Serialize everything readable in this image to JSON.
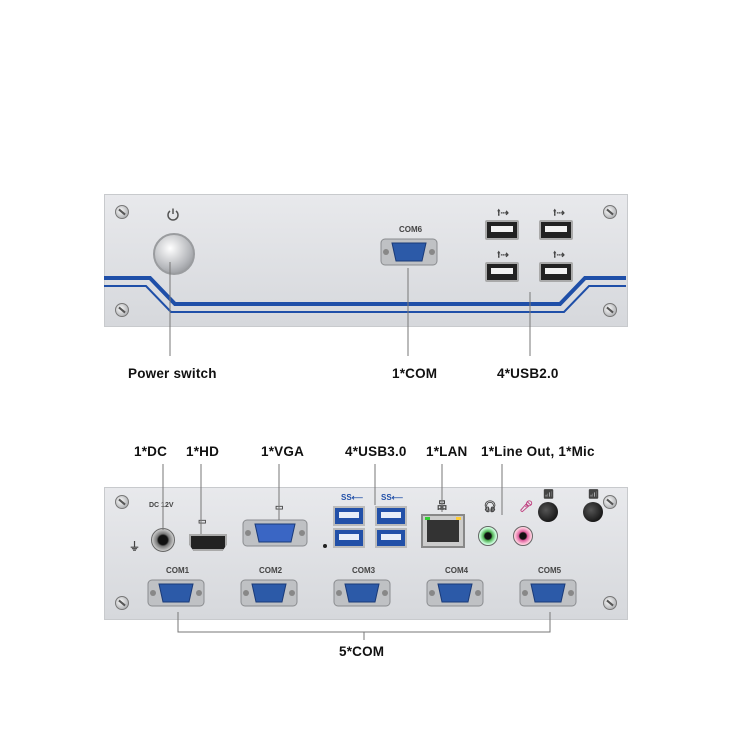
{
  "front_panel": {
    "com6_label": "COM6",
    "power_switch_label": "Power switch",
    "com_label": "1*COM",
    "usb2_label": "4*USB2.0"
  },
  "back_panel": {
    "dc_label": "1*DC",
    "hd_label": "1*HD",
    "vga_label": "1*VGA",
    "usb3_label": "4*USB3.0",
    "lan_label": "1*LAN",
    "audio_label": "1*Line Out, 1*Mic",
    "dc_small": "DC 12V",
    "usb3_small_1": "SS⟵",
    "usb3_small_2": "SS⟵",
    "com_ports": [
      "COM1",
      "COM2",
      "COM3",
      "COM4",
      "COM5"
    ],
    "com_group_label": "5*COM"
  },
  "colors": {
    "panel": "#dcdee1",
    "accent_blue": "#1f4fa8",
    "db9_blue": "#2c5aa8",
    "callout_line": "#777777"
  }
}
